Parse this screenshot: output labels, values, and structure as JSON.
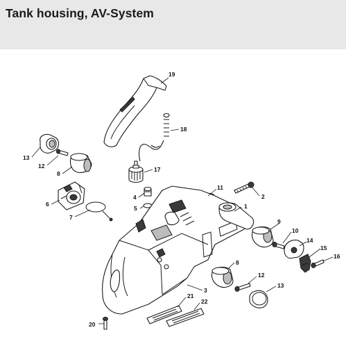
{
  "page": {
    "title": "Tank housing, AV-System"
  },
  "callouts": [
    {
      "id": "19",
      "label": "19"
    },
    {
      "id": "18",
      "label": "18"
    },
    {
      "id": "17",
      "label": "17"
    },
    {
      "id": "13a",
      "label": "13"
    },
    {
      "id": "12a",
      "label": "12"
    },
    {
      "id": "8a",
      "label": "8"
    },
    {
      "id": "11",
      "label": "11"
    },
    {
      "id": "2",
      "label": "2"
    },
    {
      "id": "4",
      "label": "4"
    },
    {
      "id": "5",
      "label": "5"
    },
    {
      "id": "6",
      "label": "6"
    },
    {
      "id": "7",
      "label": "7"
    },
    {
      "id": "1",
      "label": "1"
    },
    {
      "id": "9",
      "label": "9"
    },
    {
      "id": "10",
      "label": "10"
    },
    {
      "id": "14",
      "label": "14"
    },
    {
      "id": "15",
      "label": "15"
    },
    {
      "id": "16",
      "label": "16"
    },
    {
      "id": "8b",
      "label": "8"
    },
    {
      "id": "12b",
      "label": "12"
    },
    {
      "id": "13b",
      "label": "13"
    },
    {
      "id": "3",
      "label": "3"
    },
    {
      "id": "21",
      "label": "21"
    },
    {
      "id": "22",
      "label": "22"
    },
    {
      "id": "20",
      "label": "20"
    }
  ]
}
